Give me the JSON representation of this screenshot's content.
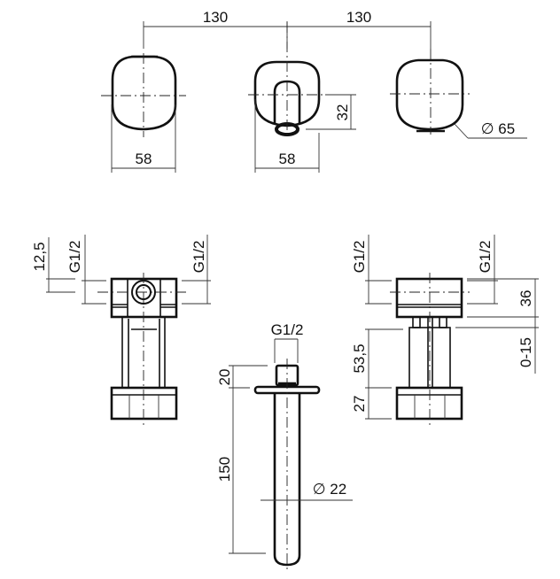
{
  "drawing": {
    "title": "Wall-mounted 3-hole mixer technical drawing",
    "stroke_color": "#111111",
    "background": "#ffffff"
  },
  "front_view": {
    "spacing_left": "130",
    "spacing_right": "130",
    "left_handle_width": "58",
    "spout_plate_width": "58",
    "spout_projection": "32",
    "right_handle_diameter": "∅ 65"
  },
  "left_side_view": {
    "offset": "12,5",
    "thread_left": "G1/2",
    "thread_right": "G1/2"
  },
  "spout_view": {
    "thread": "G1/2",
    "flange_height": "20",
    "spout_length": "150",
    "spout_diameter": "∅ 22"
  },
  "right_side_view": {
    "thread_left": "G1/2",
    "thread_right": "G1/2",
    "body_height": "36",
    "adjustment_range": "0-15",
    "extension_length": "53,5",
    "base_height": "27"
  }
}
